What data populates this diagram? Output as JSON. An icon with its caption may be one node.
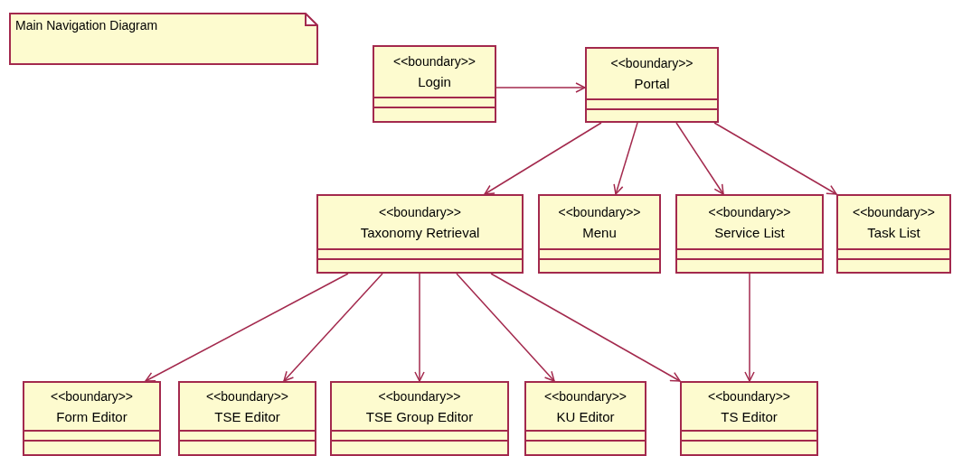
{
  "diagram": {
    "nodes": [
      {
        "text": [
          "Main Navigation Diagram"
        ]
      },
      {
        "text": [
          "<<boundary>>",
          "Login"
        ]
      },
      {
        "text": [
          "<<boundary>>",
          "Portal"
        ]
      },
      {
        "text": [
          "<<boundary>>",
          "Taxonomy Retrieval"
        ]
      },
      {
        "text": [
          "<<boundary>>",
          "Menu"
        ]
      },
      {
        "text": [
          "<<boundary>>",
          "Service List"
        ]
      },
      {
        "text": [
          "<<boundary>>",
          "Task List"
        ]
      },
      {
        "text": [
          "<<boundary>>",
          "Form Editor"
        ]
      },
      {
        "text": [
          "<<boundary>>",
          "TSE Editor"
        ]
      },
      {
        "text": [
          "<<boundary>>",
          "TSE Group Editor"
        ]
      },
      {
        "text": [
          "<<boundary>>",
          "KU Editor"
        ]
      },
      {
        "text": [
          "<<boundary>>",
          "TS Editor"
        ]
      }
    ],
    "edges": [
      {
        "from": 1,
        "to": 2,
        "arrow": "to"
      },
      {
        "from": 2,
        "to": 3,
        "arrow": "to"
      },
      {
        "from": 2,
        "to": 4,
        "arrow": "to"
      },
      {
        "from": 2,
        "to": 5,
        "arrow": "to"
      },
      {
        "from": 2,
        "to": 6,
        "arrow": "to"
      },
      {
        "from": 3,
        "to": 7,
        "arrow": "to"
      },
      {
        "from": 3,
        "to": 8,
        "arrow": "to"
      },
      {
        "from": 3,
        "to": 9,
        "arrow": "to"
      },
      {
        "from": 3,
        "to": 10,
        "arrow": "to"
      },
      {
        "from": 3,
        "to": 11,
        "arrow": "to"
      },
      {
        "from": 5,
        "to": 11,
        "arrow": "to"
      }
    ]
  }
}
